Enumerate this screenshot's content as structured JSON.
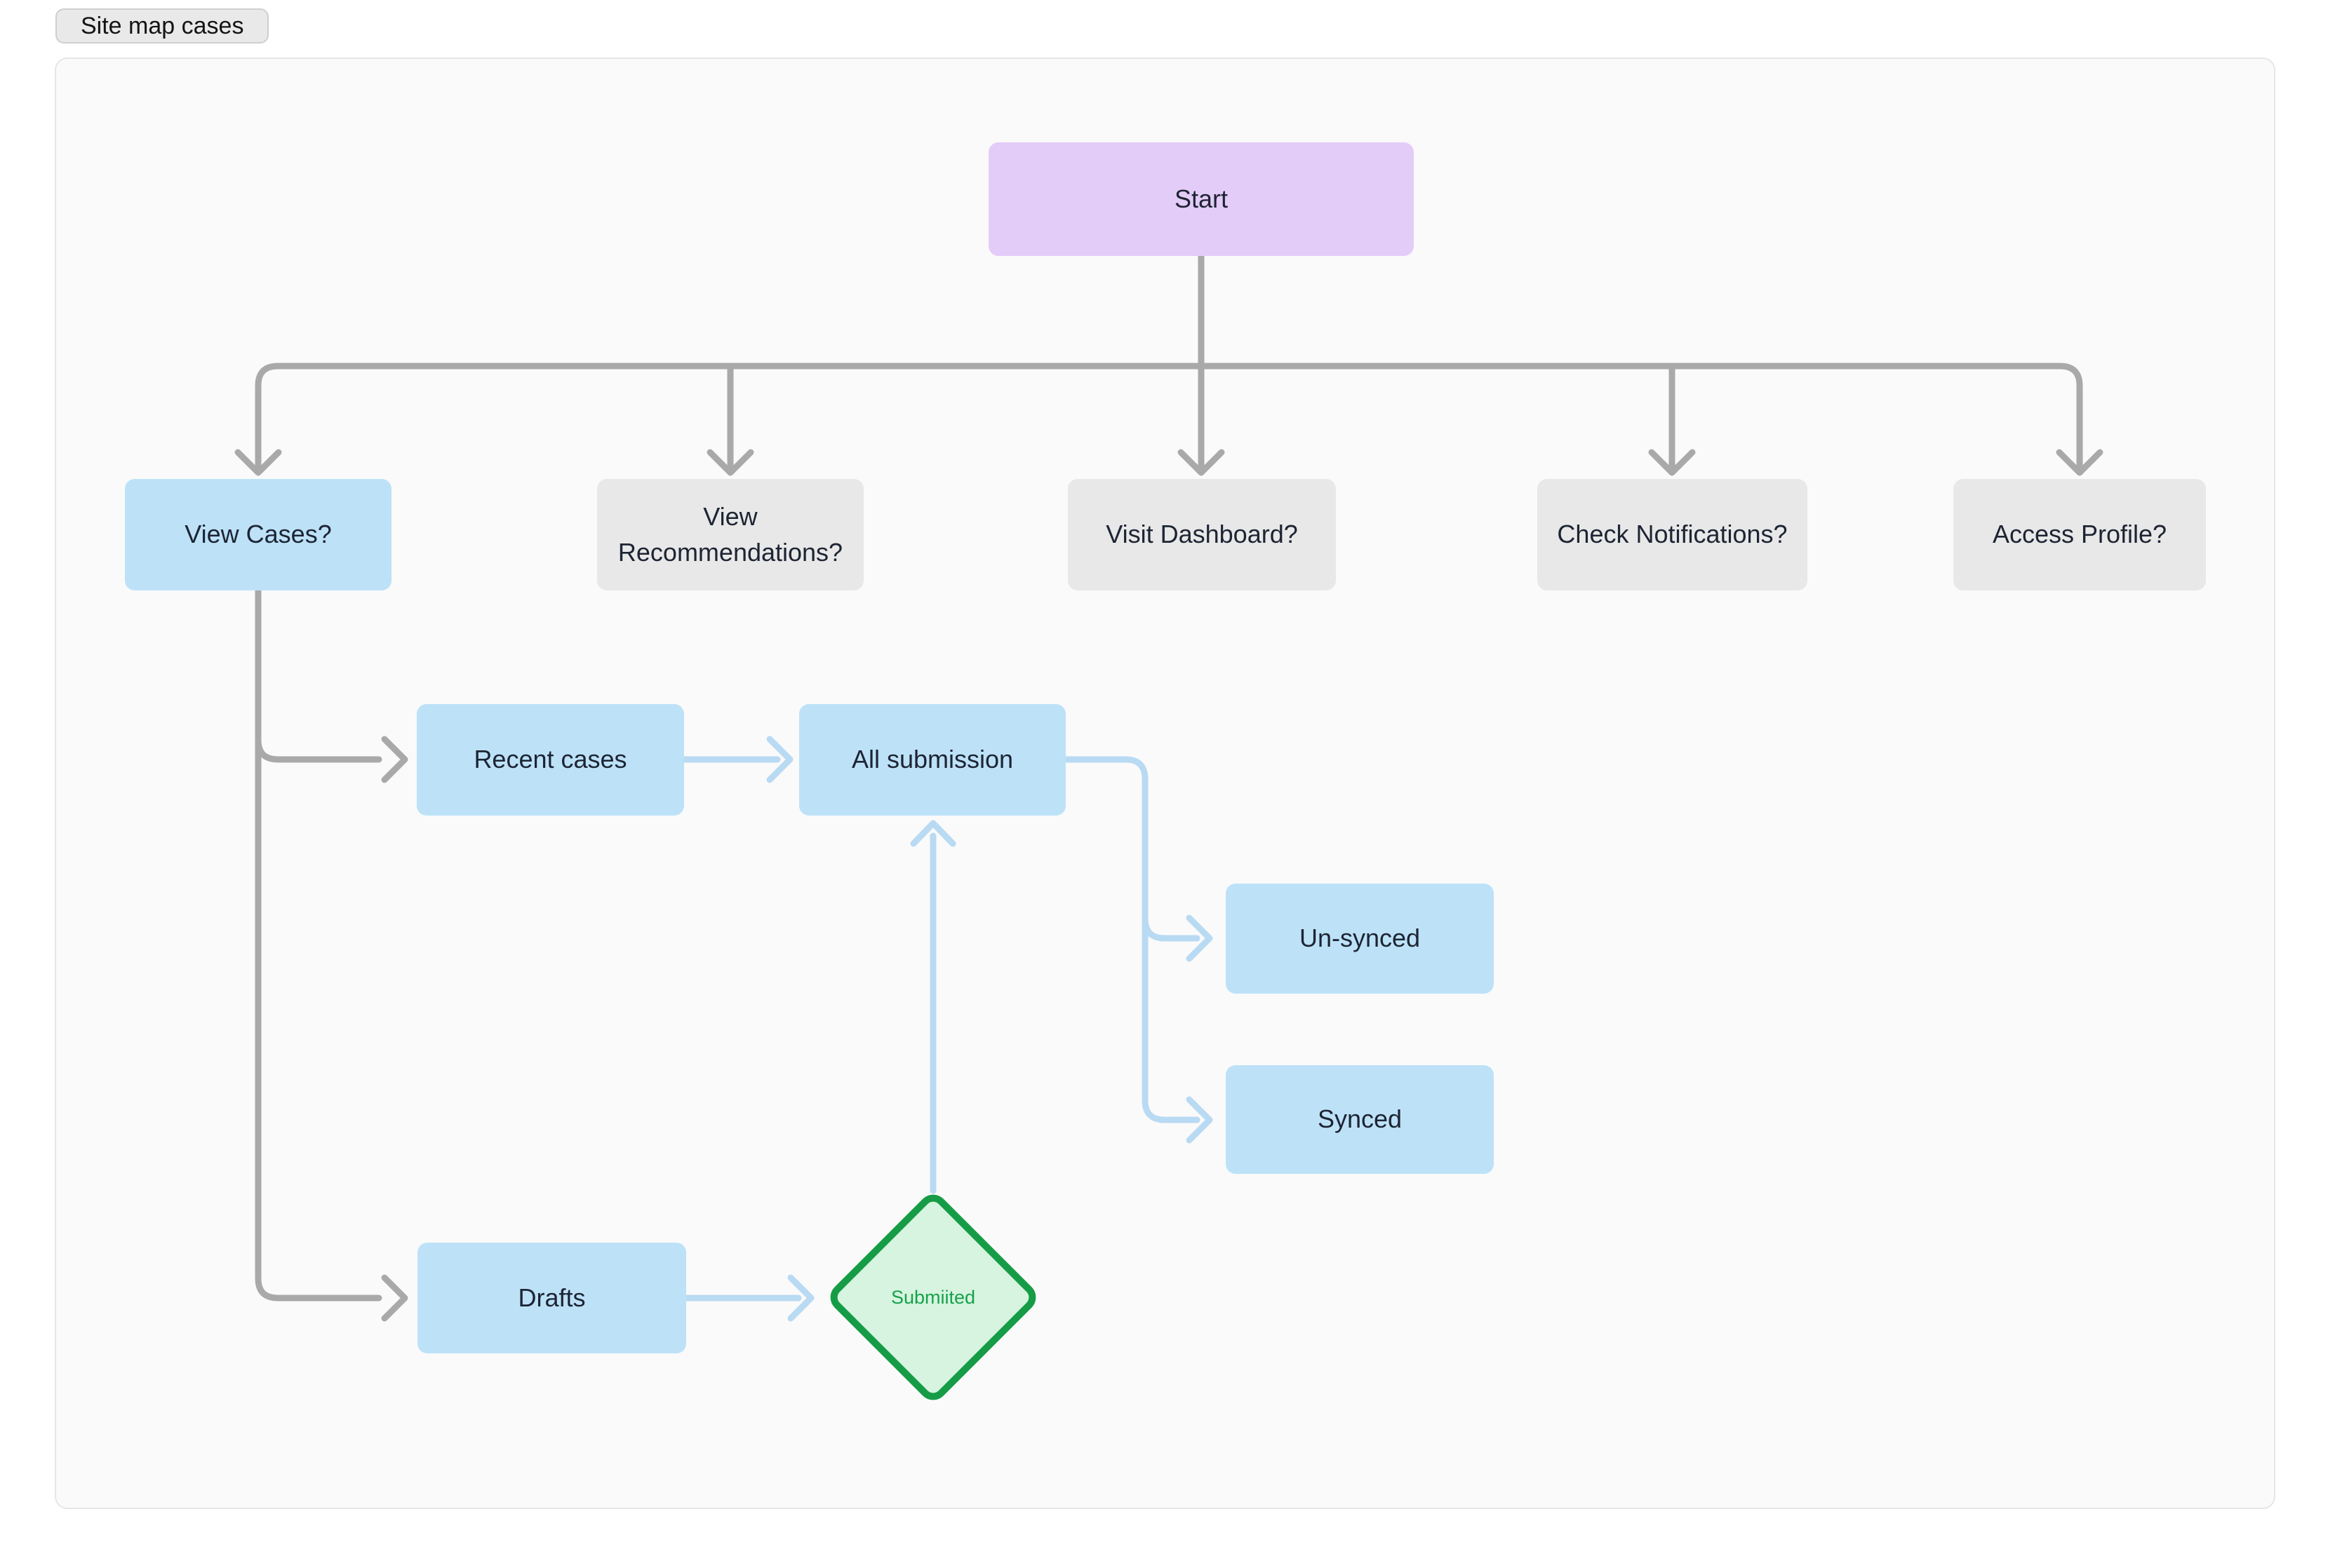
{
  "board_title": "Site map cases",
  "nodes": {
    "start": {
      "label": "Start"
    },
    "view_cases": {
      "label": "View Cases?"
    },
    "view_recommendations": {
      "label": "View\nRecommendations?"
    },
    "visit_dashboard": {
      "label": "Visit Dashboard?"
    },
    "check_notifications": {
      "label": "Check Notifications?"
    },
    "access_profile": {
      "label": "Access Profile?"
    },
    "recent_cases": {
      "label": "Recent cases"
    },
    "all_submission": {
      "label": "All submission"
    },
    "un_synced": {
      "label": "Un-synced"
    },
    "synced": {
      "label": "Synced"
    },
    "drafts": {
      "label": "Drafts"
    },
    "submitted": {
      "label": "Submiited"
    }
  },
  "edges": [
    {
      "from": "start",
      "to": "view_cases",
      "color": "gray"
    },
    {
      "from": "start",
      "to": "view_recommendations",
      "color": "gray"
    },
    {
      "from": "start",
      "to": "visit_dashboard",
      "color": "gray"
    },
    {
      "from": "start",
      "to": "check_notifications",
      "color": "gray"
    },
    {
      "from": "start",
      "to": "access_profile",
      "color": "gray"
    },
    {
      "from": "view_cases",
      "to": "recent_cases",
      "color": "gray"
    },
    {
      "from": "view_cases",
      "to": "drafts",
      "color": "gray"
    },
    {
      "from": "recent_cases",
      "to": "all_submission",
      "color": "blue"
    },
    {
      "from": "all_submission",
      "to": "un_synced",
      "color": "blue"
    },
    {
      "from": "all_submission",
      "to": "synced",
      "color": "blue"
    },
    {
      "from": "drafts",
      "to": "submitted",
      "color": "blue"
    },
    {
      "from": "submitted",
      "to": "all_submission",
      "color": "blue"
    }
  ],
  "colors": {
    "node_purple": "#e4ccf8",
    "node_blue": "#bde2f8",
    "node_gray": "#e8e8e8",
    "diamond_fill": "#d6f4df",
    "diamond_stroke": "#169c46",
    "diamond_text": "#17a24b",
    "line_gray": "#a9a9a9",
    "line_blue": "#b9daf3",
    "node_text": "#1d2433",
    "canvas_bg": "#fafafa",
    "canvas_border": "#e6e6e6",
    "pill_bg": "#e9e9e9"
  }
}
